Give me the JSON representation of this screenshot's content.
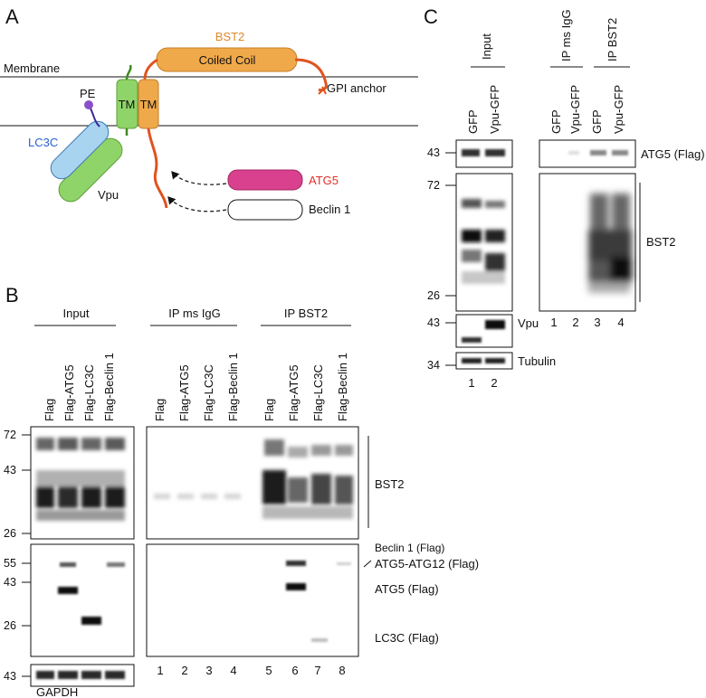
{
  "panel_a": {
    "letter": "A",
    "bst2_label": "BST2",
    "coiled_coil_label": "Coiled Coil",
    "membrane_label": "Membrane",
    "gpi_label": "GPI anchor",
    "pe_label": "PE",
    "tm_label_left": "TM",
    "tm_label_right": "TM",
    "lc3c_label": "LC3C",
    "vpu_label": "Vpu",
    "atg5_label": "ATG5",
    "beclin_label": "Beclin 1",
    "colors": {
      "bst2": "#f0a94a",
      "bst2_text": "#e0892a",
      "bst2_tail": "#e0531e",
      "vpu": "#8fd468",
      "lc3c": "#a8d4f0",
      "lc3c_text": "#2a5fd0",
      "pe": "#8a4fc8",
      "atg5": "#d9408e",
      "atg5_text": "#e0302a"
    }
  },
  "panel_b": {
    "letter": "B",
    "groups": [
      "Input",
      "IP ms IgG",
      "IP BST2"
    ],
    "lanes": [
      "Flag",
      "Flag-ATG5",
      "Flag-LC3C",
      "Flag-Beclin 1",
      "Flag",
      "Flag-ATG5",
      "Flag-LC3C",
      "Flag-Beclin 1",
      "Flag",
      "Flag-ATG5",
      "Flag-LC3C",
      "Flag-Beclin 1"
    ],
    "mw_top": [
      "72",
      "43",
      "26"
    ],
    "mw_mid": [
      "55",
      "43",
      "26"
    ],
    "mw_bottom": [
      "43"
    ],
    "labels": {
      "bst2": "BST2",
      "beclin": "Beclin 1 (Flag)",
      "atg5_atg12": "ATG5-ATG12 (Flag)",
      "atg5": "ATG5 (Flag)",
      "lc3c": "LC3C (Flag)",
      "gapdh": "GAPDH"
    },
    "lane_numbers": [
      "1",
      "2",
      "3",
      "4",
      "5",
      "6",
      "7",
      "8"
    ]
  },
  "panel_c": {
    "letter": "C",
    "groups": [
      "Input",
      "IP ms IgG",
      "IP BST2"
    ],
    "lanes": [
      "GFP",
      "Vpu-GFP",
      "GFP",
      "Vpu-GFP",
      "GFP",
      "Vpu-GFP"
    ],
    "mw": [
      "43",
      "72",
      "26",
      "43",
      "34"
    ],
    "labels": {
      "atg5": "ATG5 (Flag)",
      "bst2": "BST2",
      "vpu": "Vpu",
      "tubulin": "Tubulin"
    },
    "input_lane_numbers": [
      "1",
      "2"
    ],
    "ip_lane_numbers": [
      "1",
      "2",
      "3",
      "4"
    ]
  }
}
